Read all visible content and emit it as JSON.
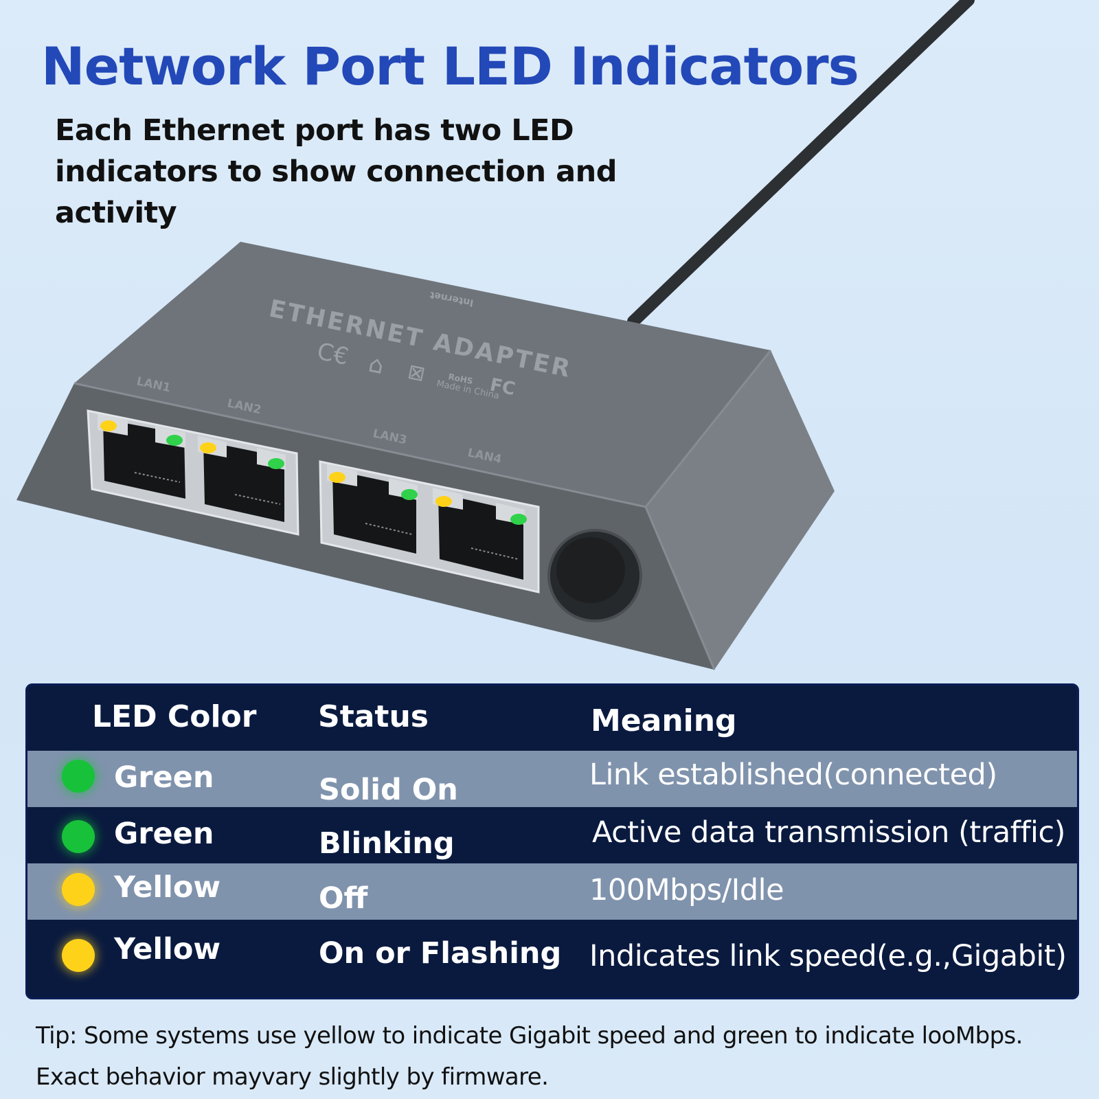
{
  "title": "Network Port LED Indicators",
  "subtitle": "Each Ethernet port has two LED indicators to show connection and activity",
  "device": {
    "brand_text": "ETHERNET ADAPTER",
    "top_label": "Internet",
    "made_in": "Made in China",
    "rohs": "RoHS",
    "fc": "FC",
    "ports": [
      "LAN1",
      "LAN2",
      "LAN3",
      "LAN4"
    ],
    "colors": {
      "body": "#6f747a",
      "led_green": "#2fd24a",
      "led_yellow": "#ffd21a"
    }
  },
  "table": {
    "headers": {
      "color": "LED Color",
      "status": "Status",
      "meaning": "Meaning"
    },
    "rows": [
      {
        "dot": "green-dot-icon",
        "color": "Green",
        "status": "Solid On",
        "meaning": "Link established(connected)"
      },
      {
        "dot": "green-dot-icon",
        "color": "Green",
        "status": "Blinking",
        "meaning": "Active data transmission (traffic)"
      },
      {
        "dot": "yellow-dot-icon",
        "color": "Yellow",
        "status": "Off",
        "meaning": "100Mbps/Idle"
      },
      {
        "dot": "yellow-dot-icon",
        "color": "Yellow",
        "status": "On or Flashing",
        "meaning": "Indicates link speed(e.g.,Gigabit)"
      }
    ],
    "colors": {
      "dark": "#0a1a3f",
      "light": "#8093ad",
      "green": "#18c13a",
      "yellow": "#ffd21a"
    }
  },
  "tip": {
    "line1": "Tip: Some systems use yellow to indicate Gigabit speed and green to indicate looMbps.",
    "line2": "Exact behavior mayvary slightly by firmware."
  }
}
